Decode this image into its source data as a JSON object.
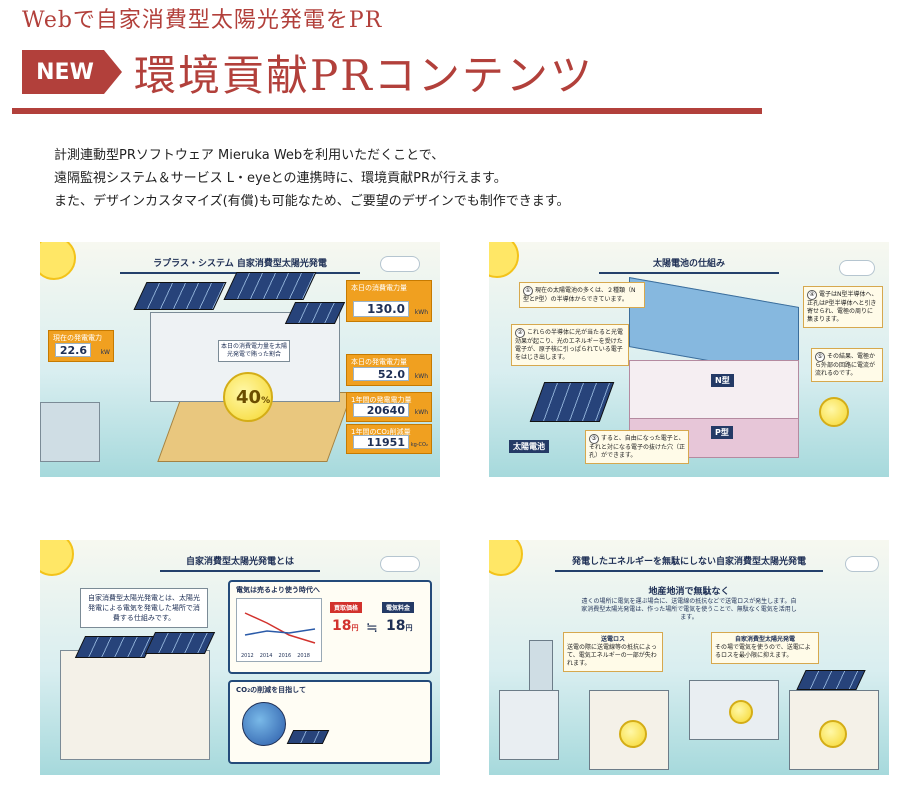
{
  "header": {
    "subtitle": "Webで自家消費型太陽光発電をPR",
    "badge": "NEW",
    "title": "環境貢献PRコンテンツ"
  },
  "intro": {
    "lines": [
      "計測連動型PRソフトウェア Mieruka Webを利用いただくことで、",
      "遠隔監視システム＆サービス L・eyeとの連携時に、環境貢献PRが行えます。",
      "また、デザインカスタマイズ(有償)も可能なため、ご要望のデザインでも制作できます。"
    ]
  },
  "panel1": {
    "title": "ラプラス・システム 自家消費型太陽光発電",
    "current_power": {
      "label": "現在の発電電力",
      "value": "22.6",
      "unit": "kW"
    },
    "today_consumption": {
      "label": "本日の消費電力量",
      "value": "130.0",
      "unit": "kWh"
    },
    "today_generation": {
      "label": "本日の発電電力量",
      "value": "52.0",
      "unit": "kWh"
    },
    "year_generation": {
      "label": "1年間の発電電力量",
      "value": "20640",
      "unit": "kWh"
    },
    "year_co2": {
      "label": "1年間のCO₂削減量",
      "value": "11951",
      "unit": "kg-CO₂"
    },
    "bulb_value": "40",
    "bulb_unit": "%",
    "speech": "本日の消費電力量を太陽光発電で賄った割合"
  },
  "panel2": {
    "title": "太陽電池の仕組み",
    "n_label": "N型",
    "p_label": "P型",
    "cell_label": "太陽電池",
    "callouts": {
      "c1": {
        "num": "①",
        "text": "現在の太陽電池の多くは、２種類（N型とP型）の半導体からできています。"
      },
      "c2": {
        "num": "②",
        "text": "これらの半導体に光が当たると光電効果が起こり、光のエネルギーを受けた電子が、原子核に引っぱられている電子をはじき出します。"
      },
      "c3": {
        "num": "③",
        "text": "すると、自由になった電子と、それと対になる電子の抜けた穴（正孔）ができます。"
      },
      "c4": {
        "num": "④",
        "text": "電子はN型半導体へ、正孔はP型半導体へと引き寄せられ、電極の周りに集まります。"
      },
      "c5": {
        "num": "⑤",
        "text": "その結果、電極から外部の回路に電流が流れるのです。"
      }
    }
  },
  "panel3": {
    "title": "自家消費型太陽光発電とは",
    "speech": "自家消費型太陽光発電とは、太陽光発電による電気を発電した場所で消費する仕組みです。",
    "box1": {
      "head": "電気は売るより使う時代へ",
      "left_label": "買取価格",
      "left_value": "18",
      "left_unit": "円",
      "approx": "≒",
      "right_label": "電気料金",
      "right_value": "18",
      "right_unit": "円",
      "years": [
        "2012",
        "2014",
        "2016",
        "2018"
      ]
    },
    "box2": {
      "head": "CO₂の削減を目指して"
    }
  },
  "panel4": {
    "title": "発電したエネルギーを無駄にしない自家消費型太陽光発電",
    "heading": "地産地消で無駄なく",
    "desc": "遠くの場所に電気を運ぶ場合に、送電線の抵抗などで送電ロスが発生します。自家消費型太陽光発電は、作った場所で電気を使うことで、無駄なく電気を活用します。",
    "loss_box": {
      "head": "送電ロス",
      "text": "送電の際に送電線等の抵抗によって、電気エネルギーの一部が失われます。"
    },
    "self_box": {
      "head": "自家消費型太陽光発電",
      "text": "その場で電気を使うので、送電によるロスを最小限に抑えます。"
    }
  },
  "colors": {
    "accent": "#b2403b",
    "navy": "#1e2f55",
    "panel_bg": "#d9eef0"
  }
}
